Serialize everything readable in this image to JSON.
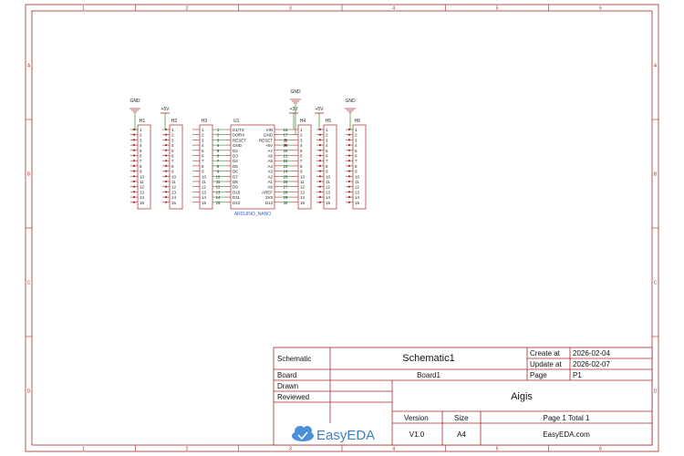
{
  "frame": {
    "col_labels": [
      "1",
      "2",
      "3",
      "4",
      "5",
      "6"
    ],
    "row_labels": [
      "A",
      "B",
      "C",
      "D"
    ]
  },
  "headers": [
    {
      "id": "H1",
      "power": "GND"
    },
    {
      "id": "H2",
      "power": "+5V"
    },
    {
      "id": "H3",
      "power": ""
    },
    {
      "id": "H4",
      "power": "+3V"
    },
    {
      "id": "H5",
      "power": "+5V"
    },
    {
      "id": "H6",
      "power": "GND"
    }
  ],
  "pin_numbers": [
    "1",
    "2",
    "3",
    "4",
    "5",
    "6",
    "7",
    "8",
    "9",
    "10",
    "11",
    "12",
    "13",
    "14",
    "15"
  ],
  "mcu": {
    "ref": "U1",
    "part": "ARDUINO_NANO",
    "left_pins": [
      "D1/TX",
      "D0/RX",
      "RESET",
      "GND",
      "D2",
      "D3",
      "D4",
      "D5",
      "D6",
      "D7",
      "D8",
      "D9",
      "D10",
      "D11",
      "D12"
    ],
    "right_pins": [
      "VIN",
      "GND",
      "RESET",
      "+5V",
      "A7",
      "A6",
      "A5",
      "A4",
      "A3",
      "A2",
      "A1",
      "A0",
      "AREF",
      "3V3",
      "D13"
    ]
  },
  "extra_power": [
    {
      "id": "gnd-u1",
      "label": "GND"
    }
  ],
  "title_block": {
    "schematic_label": "Schematic",
    "schematic_name": "Schematic1",
    "create_label": "Create at",
    "create_date": "2026-02-04",
    "update_label": "Update at",
    "update_date": "2026-02-07",
    "board_label": "Board",
    "board_name": "Board1",
    "page_label": "Page",
    "page_value": "P1",
    "drawn_label": "Drawn",
    "reviewed_label": "Reviewed",
    "project": "Aigis",
    "page_total": "Page  1  Total  1",
    "version_label": "Version",
    "version": "V1.0",
    "size_label": "Size",
    "size": "A4",
    "website": "EasyEDA.com",
    "logo_text": "EasyEDA"
  }
}
